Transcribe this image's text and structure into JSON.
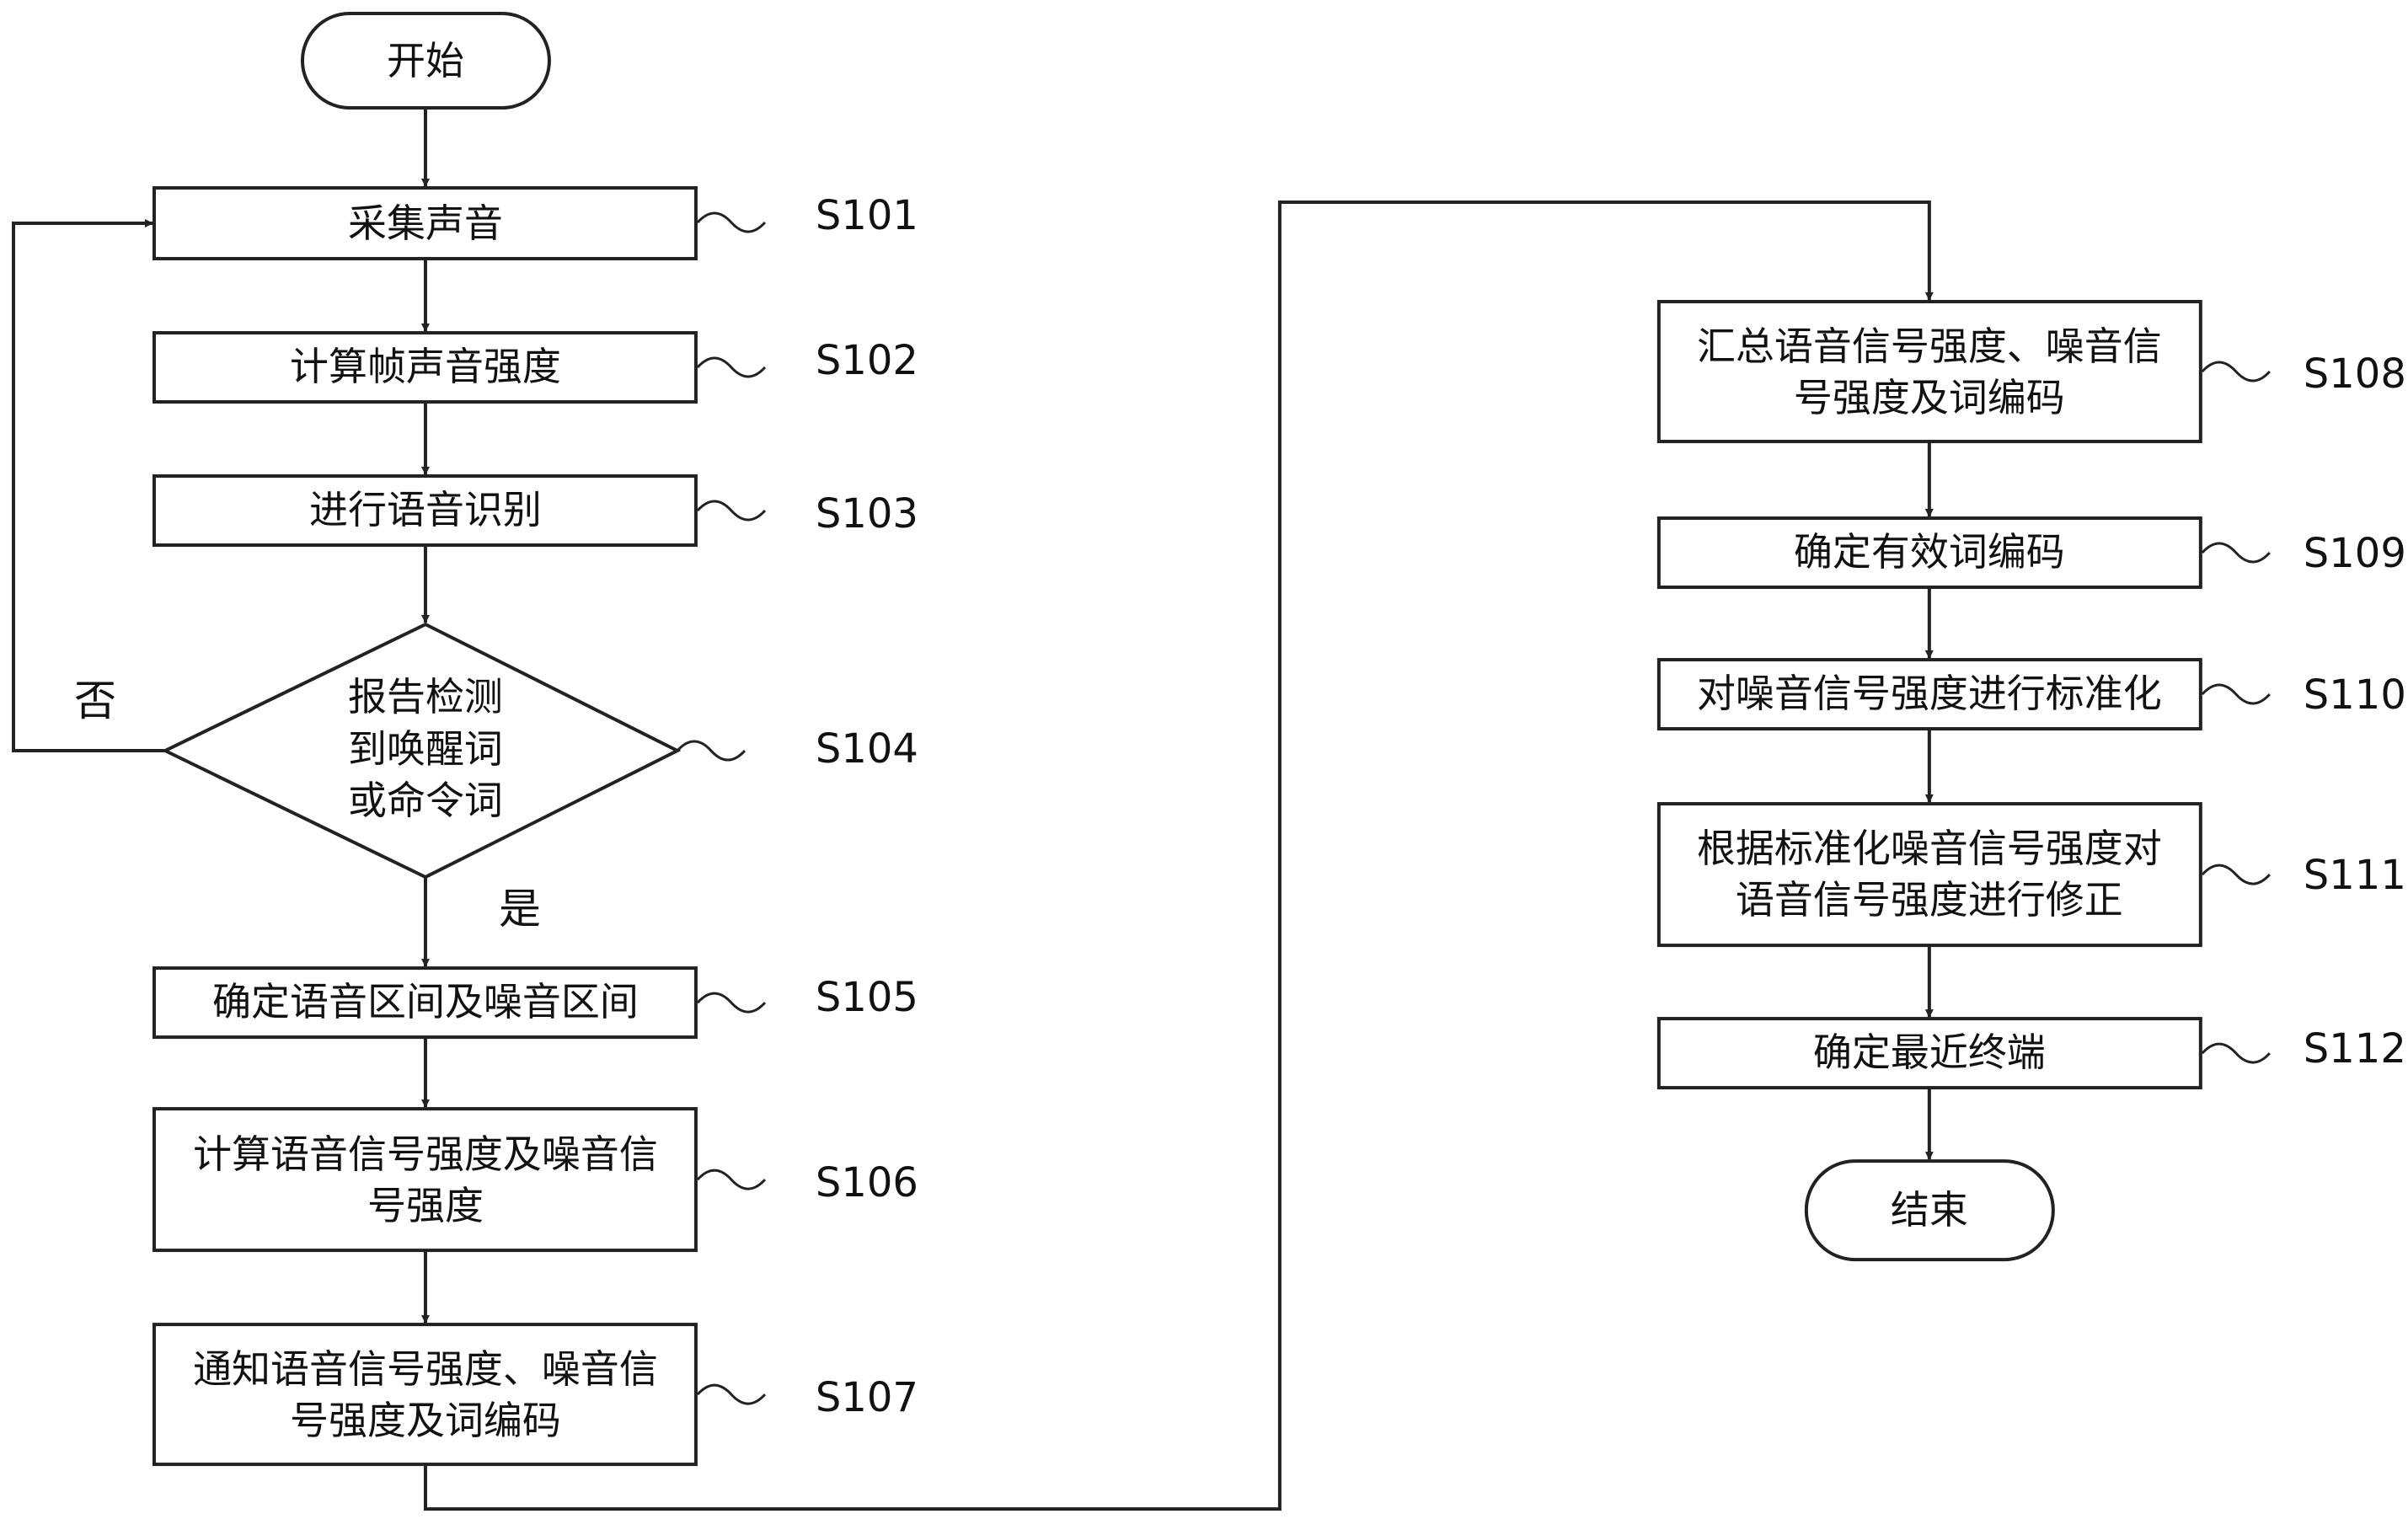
{
  "flowchart": {
    "start": "开始",
    "end": "结束",
    "steps": [
      {
        "id": "S101",
        "text": [
          "采集声音"
        ]
      },
      {
        "id": "S102",
        "text": [
          "计算帧声音强度"
        ]
      },
      {
        "id": "S103",
        "text": [
          "进行语音识别"
        ]
      },
      {
        "id": "S104",
        "text": [
          "报告检测",
          "到唤醒词",
          "或命令词"
        ]
      },
      {
        "id": "S105",
        "text": [
          "确定语音区间及噪音区间"
        ]
      },
      {
        "id": "S106",
        "text": [
          "计算语音信号强度及噪音信",
          "号强度"
        ]
      },
      {
        "id": "S107",
        "text": [
          "通知语音信号强度、噪音信",
          "号强度及词编码"
        ]
      },
      {
        "id": "S108",
        "text": [
          "汇总语音信号强度、噪音信",
          "号强度及词编码"
        ]
      },
      {
        "id": "S109",
        "text": [
          "确定有效词编码"
        ]
      },
      {
        "id": "S110",
        "text": [
          "对噪音信号强度进行标准化"
        ]
      },
      {
        "id": "S111",
        "text": [
          "根据标准化噪音信号强度对",
          "语音信号强度进行修正"
        ]
      },
      {
        "id": "S112",
        "text": [
          "确定最近终端"
        ]
      }
    ],
    "decision": {
      "yes": "是",
      "no": "否"
    }
  }
}
